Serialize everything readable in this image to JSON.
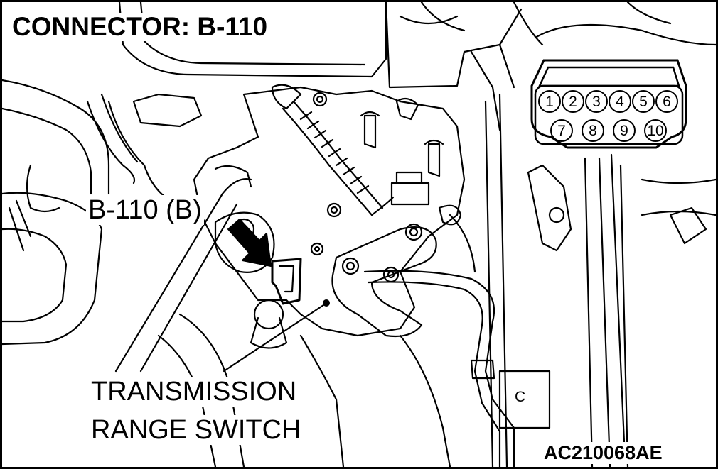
{
  "title": "CONNECTOR: B-110",
  "callout_label": "B-110 (B)",
  "part_label_line1": "TRANSMISSION",
  "part_label_line2": "RANGE SWITCH",
  "reference_code": "AC210068AE",
  "bracket_marker": "C",
  "connector_pins": {
    "top_row": [
      "1",
      "2",
      "3",
      "4",
      "5",
      "6"
    ],
    "bottom_row": [
      "7",
      "8",
      "9",
      "10"
    ]
  },
  "icons": [
    "arrow-pointer-icon",
    "connector-face-icon"
  ],
  "colors": {
    "line": "#000000",
    "background": "#ffffff"
  }
}
